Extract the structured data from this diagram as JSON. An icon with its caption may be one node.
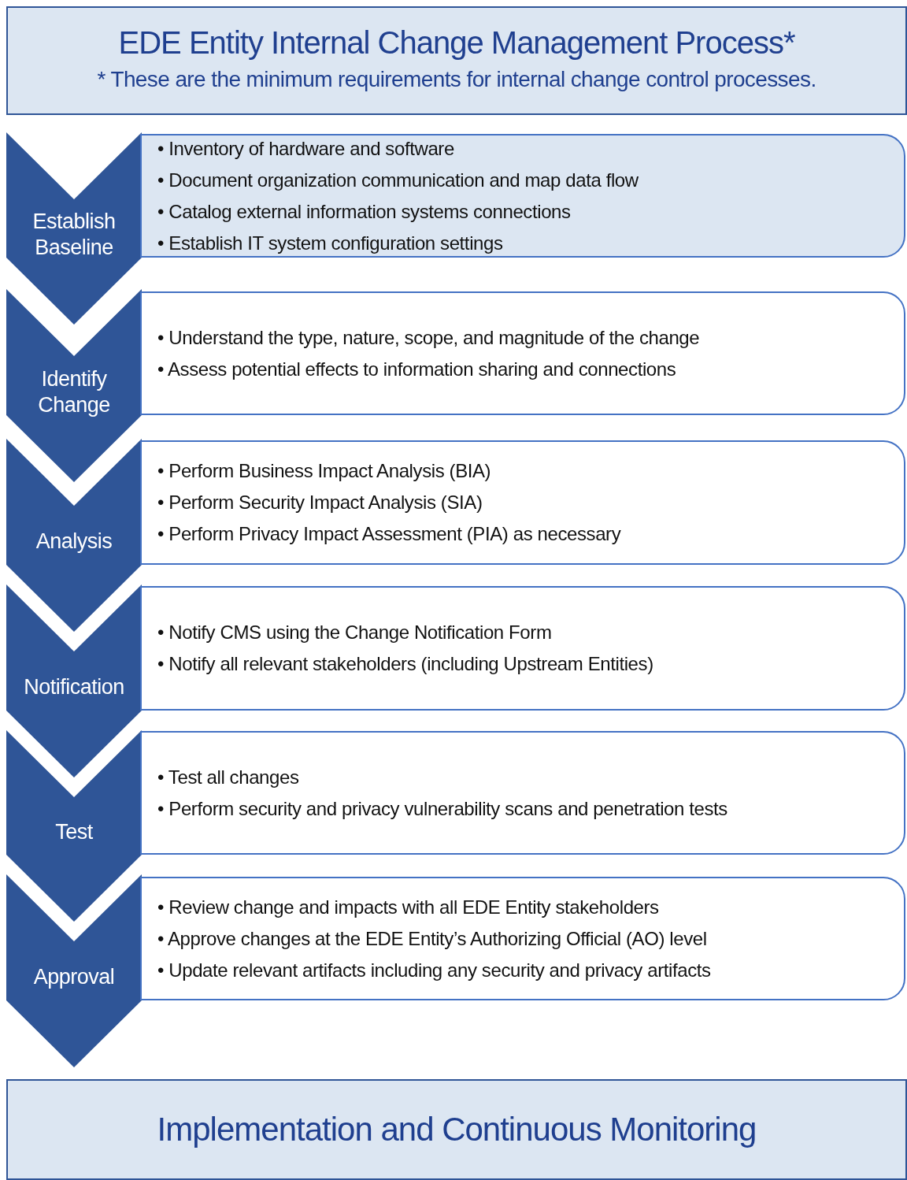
{
  "diagram": {
    "nodes": [
      {
        "text": [
          "EDE Entity Internal Change Management Process*",
          "* These are the minimum requirements for internal change control processes."
        ]
      },
      {
        "text": [
          "Establish Baseline"
        ]
      },
      {
        "text": [
          "• Inventory of hardware and software",
          "• Document organization communication and map data flow",
          "• Catalog external information systems connections",
          "• Establish IT system configuration settings"
        ]
      },
      {
        "text": [
          "Identify Change"
        ]
      },
      {
        "text": [
          "• Understand the type, nature, scope, and magnitude of the change",
          "• Assess potential effects to information sharing and connections"
        ]
      },
      {
        "text": [
          "Analysis"
        ]
      },
      {
        "text": [
          "• Perform Business Impact Analysis (BIA)",
          "• Perform Security Impact Analysis (SIA)",
          "• Perform Privacy Impact Assessment (PIA) as necessary"
        ]
      },
      {
        "text": [
          "Notification"
        ]
      },
      {
        "text": [
          "• Notify CMS using the Change Notification Form",
          "• Notify all relevant stakeholders (including Upstream Entities)"
        ]
      },
      {
        "text": [
          "Test"
        ]
      },
      {
        "text": [
          "• Test all changes",
          "• Perform security and privacy vulnerability scans and penetration tests"
        ]
      },
      {
        "text": [
          "Approval"
        ]
      },
      {
        "text": [
          "• Review change and impacts with all EDE Entity stakeholders",
          "• Approve changes at the EDE Entity’s Authorizing Official (AO) level",
          "• Update relevant artifacts including any security and privacy artifacts"
        ]
      },
      {
        "text": [
          "Implementation and Continuous Monitoring"
        ]
      }
    ],
    "edges": []
  }
}
